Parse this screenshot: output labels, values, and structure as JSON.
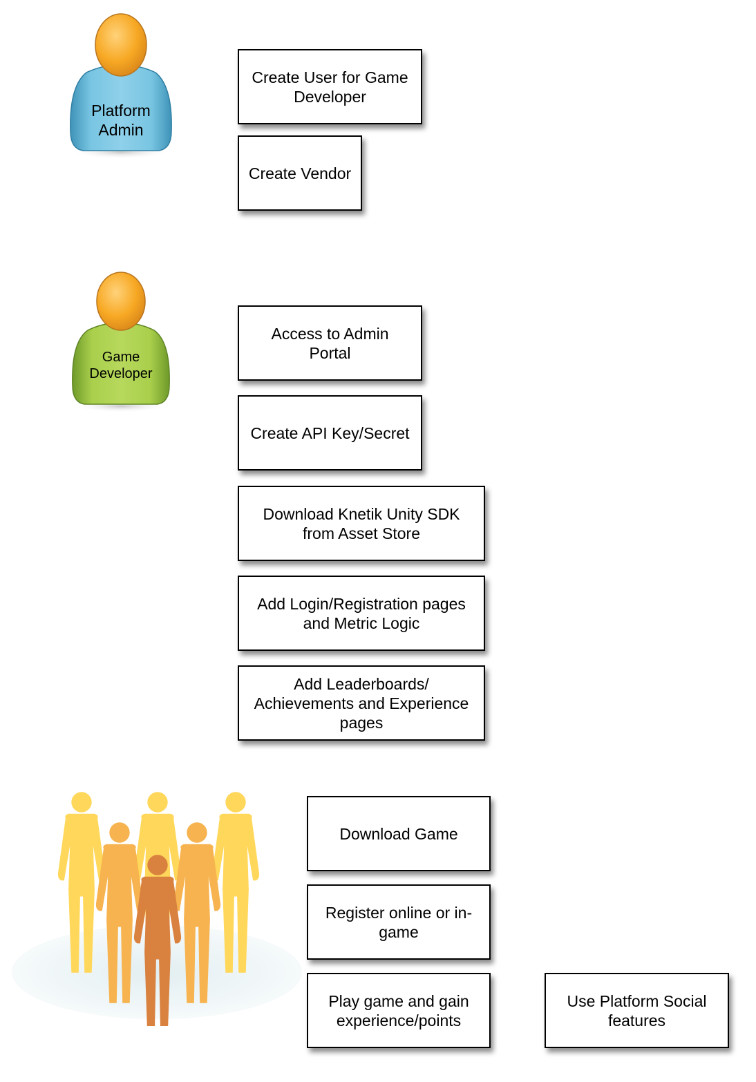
{
  "actors": {
    "platform_admin": "Platform\nAdmin",
    "game_developer": "Game\nDeveloper"
  },
  "admin_steps": {
    "create_user": "Create User for Game\nDeveloper",
    "create_vendor": "Create Vendor"
  },
  "developer_steps": {
    "access_portal": "Access to Admin\nPortal",
    "create_api_key": "Create API Key/Secret",
    "download_sdk": "Download Knetik Unity SDK\nfrom Asset Store",
    "add_login": "Add Login/Registration pages\nand Metric Logic",
    "add_leaderboards": "Add Leaderboards/\nAchievements and Experience\npages"
  },
  "player_steps": {
    "download_game": "Download Game",
    "register": "Register online or in-\ngame",
    "play_game": "Play game and gain\nexperience/points",
    "social": "Use Platform Social\nfeatures"
  },
  "colors": {
    "admin_body": "#5fb3d3",
    "developer_body": "#9bc53d",
    "head": "#f7a823",
    "player_light": "#ffd75a",
    "player_mid": "#f6b34f",
    "player_dark": "#d9813f"
  }
}
